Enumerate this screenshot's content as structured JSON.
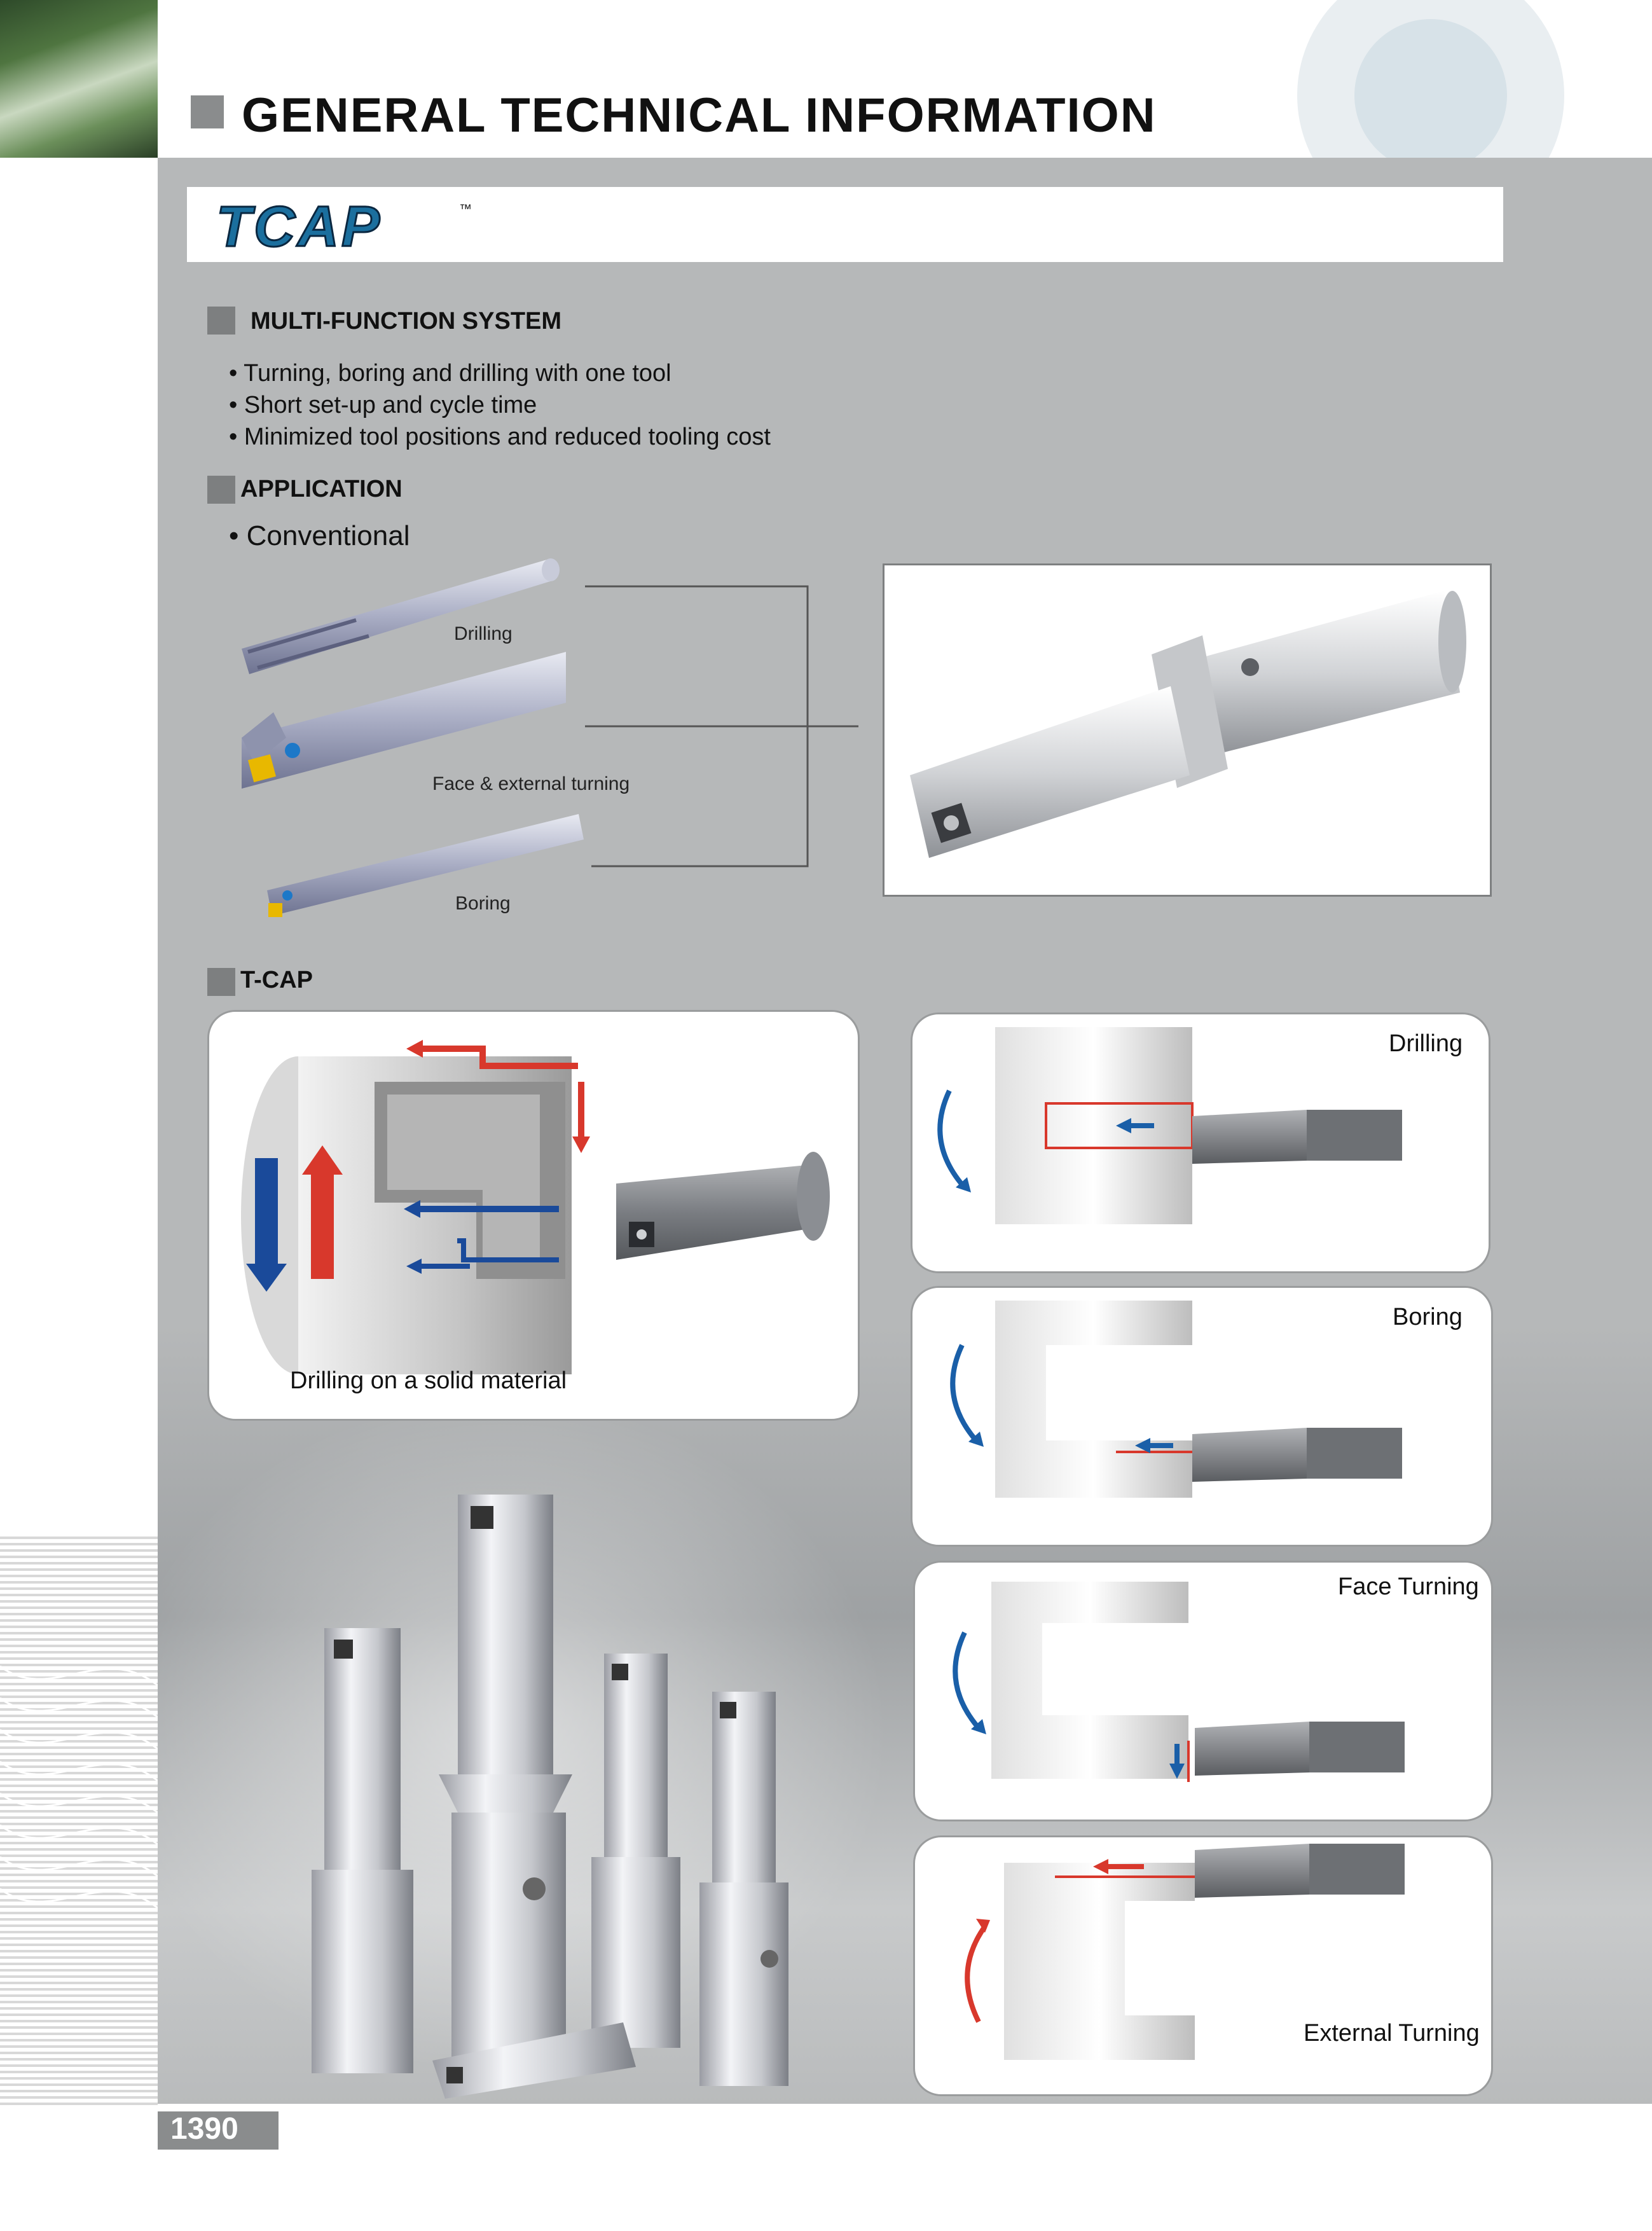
{
  "header": {
    "title": "GENERAL TECHNICAL INFORMATION",
    "page_number": "1390"
  },
  "logo": {
    "text": "TCAP",
    "trademark": "™"
  },
  "sections": {
    "multi_function": {
      "title": "MULTI-FUNCTION SYSTEM",
      "bullets": [
        "• Turning, boring and drilling with one tool",
        "• Short set-up and cycle time",
        "• Minimized tool positions and reduced tooling cost"
      ]
    },
    "application": {
      "title": "APPLICATION",
      "conventional": "• Conventional",
      "tools": [
        "Drilling",
        "Face & external turning",
        "Boring"
      ]
    },
    "tcap": {
      "title": "T-CAP",
      "main_caption": "Drilling on a solid material",
      "operations": [
        "Drilling",
        "Boring",
        "Face Turning",
        "External Turning"
      ]
    }
  },
  "colors": {
    "arrow_red": "#d8382c",
    "arrow_blue": "#1a5fa8",
    "panel_bg": "#ffffff",
    "page_grey": "#b6b8b9"
  }
}
